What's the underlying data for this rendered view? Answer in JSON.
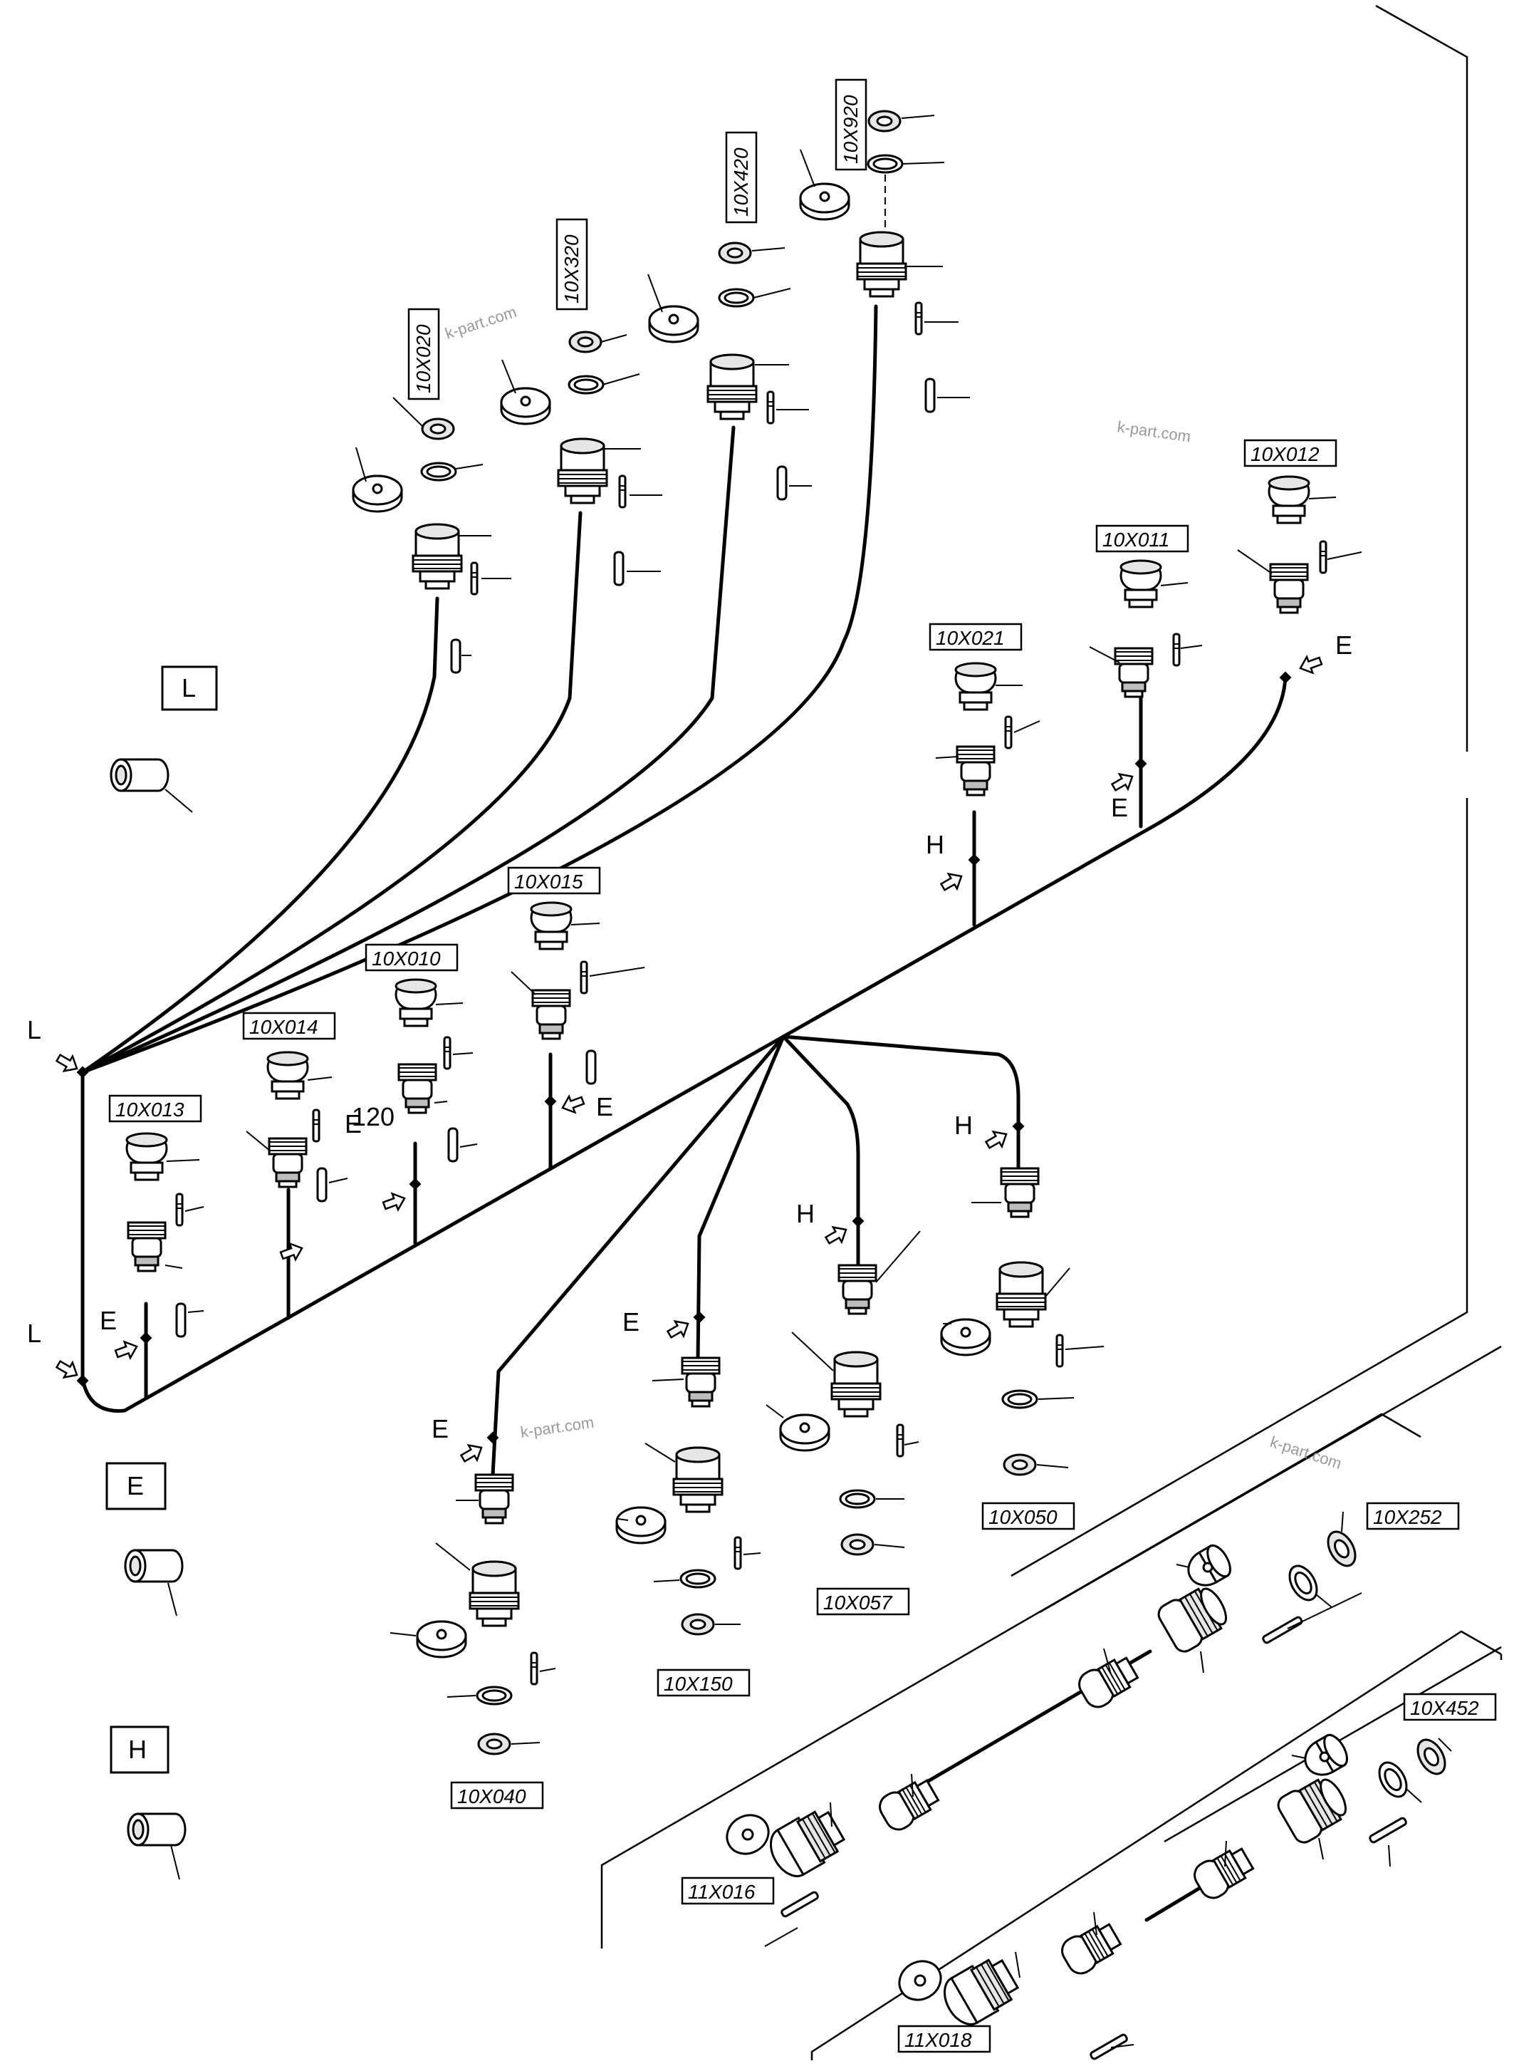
{
  "connectors": [
    {
      "id": "c10X020",
      "label": "10X020"
    },
    {
      "id": "c10X320",
      "label": "10X320"
    },
    {
      "id": "c10X420",
      "label": "10X420"
    },
    {
      "id": "c10X920",
      "label": "10X920"
    },
    {
      "id": "c10X012",
      "label": "10X012"
    },
    {
      "id": "c10X011",
      "label": "10X011"
    },
    {
      "id": "c10X021",
      "label": "10X021"
    },
    {
      "id": "c10X015",
      "label": "10X015"
    },
    {
      "id": "c10X010",
      "label": "10X010"
    },
    {
      "id": "c10X014",
      "label": "10X014"
    },
    {
      "id": "c10X013",
      "label": "10X013"
    },
    {
      "id": "c10X050",
      "label": "10X050"
    },
    {
      "id": "c10X057",
      "label": "10X057"
    },
    {
      "id": "c10X150",
      "label": "10X150"
    },
    {
      "id": "c10X040",
      "label": "10X040"
    },
    {
      "id": "c10X252",
      "label": "10X252"
    },
    {
      "id": "c10X452",
      "label": "10X452"
    },
    {
      "id": "c11X016",
      "label": "11X016"
    },
    {
      "id": "c11X018",
      "label": "11X018"
    }
  ],
  "callouts": {
    "item_120": "120",
    "L": "L",
    "E": "E",
    "H": "H"
  },
  "legend": [
    {
      "letter": "L"
    },
    {
      "letter": "E"
    },
    {
      "letter": "H"
    }
  ],
  "watermark": "k-part.com"
}
